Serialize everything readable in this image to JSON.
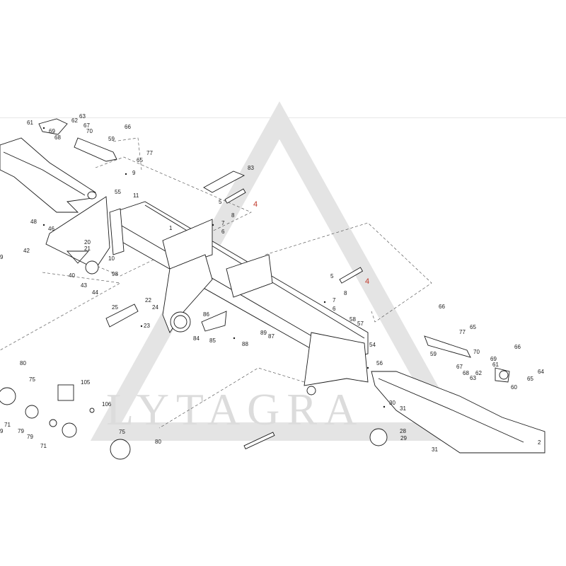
{
  "diagram": {
    "watermark": {
      "text": "LYTAGRA",
      "color": "#dcdcdc"
    },
    "label_color": "#1a1a1a",
    "highlight_color": "#c0392b",
    "callouts": [
      {
        "id": "c-61a",
        "text": "61"
      },
      {
        "id": "c-62a",
        "text": "62"
      },
      {
        "id": "c-63a",
        "text": "63"
      },
      {
        "id": "c-67a",
        "text": "67"
      },
      {
        "id": "c-69a",
        "text": "69"
      },
      {
        "id": "c-70a",
        "text": "70"
      },
      {
        "id": "c-68a",
        "text": "68"
      },
      {
        "id": "c-59a",
        "text": "59"
      },
      {
        "id": "c-66a",
        "text": "66"
      },
      {
        "id": "c-77a",
        "text": "77"
      },
      {
        "id": "c-65a",
        "text": "65"
      },
      {
        "id": "c-9",
        "text": "9"
      },
      {
        "id": "c-83",
        "text": "83"
      },
      {
        "id": "c-55",
        "text": "55"
      },
      {
        "id": "c-11",
        "text": "11"
      },
      {
        "id": "c-5a",
        "text": "5"
      },
      {
        "id": "c-4a",
        "text": "4",
        "highlight": true
      },
      {
        "id": "c-8a",
        "text": "8"
      },
      {
        "id": "c-7a",
        "text": "7"
      },
      {
        "id": "c-6a",
        "text": "6"
      },
      {
        "id": "c-1",
        "text": "1"
      },
      {
        "id": "c-48",
        "text": "48"
      },
      {
        "id": "c-46",
        "text": "46"
      },
      {
        "id": "c-42",
        "text": "42"
      },
      {
        "id": "c-20",
        "text": "20"
      },
      {
        "id": "c-21",
        "text": "21"
      },
      {
        "id": "c-9b",
        "text": "9"
      },
      {
        "id": "c-10",
        "text": "10"
      },
      {
        "id": "c-40",
        "text": "40"
      },
      {
        "id": "c-98",
        "text": "98"
      },
      {
        "id": "c-43",
        "text": "43"
      },
      {
        "id": "c-44",
        "text": "44"
      },
      {
        "id": "c-5b",
        "text": "5"
      },
      {
        "id": "c-4b",
        "text": "4",
        "highlight": true
      },
      {
        "id": "c-8b",
        "text": "8"
      },
      {
        "id": "c-7b",
        "text": "7"
      },
      {
        "id": "c-6b",
        "text": "6"
      },
      {
        "id": "c-22",
        "text": "22"
      },
      {
        "id": "c-25",
        "text": "25"
      },
      {
        "id": "c-24",
        "text": "24"
      },
      {
        "id": "c-23",
        "text": "23"
      },
      {
        "id": "c-86",
        "text": "86"
      },
      {
        "id": "c-84",
        "text": "84"
      },
      {
        "id": "c-85",
        "text": "85"
      },
      {
        "id": "c-89",
        "text": "89"
      },
      {
        "id": "c-87",
        "text": "87"
      },
      {
        "id": "c-88",
        "text": "88"
      },
      {
        "id": "c-58",
        "text": "58"
      },
      {
        "id": "c-57",
        "text": "57"
      },
      {
        "id": "c-54",
        "text": "54"
      },
      {
        "id": "c-56",
        "text": "56"
      },
      {
        "id": "c-66b",
        "text": "66"
      },
      {
        "id": "c-77b",
        "text": "77"
      },
      {
        "id": "c-65b",
        "text": "65"
      },
      {
        "id": "c-59b",
        "text": "59"
      },
      {
        "id": "c-70b",
        "text": "70"
      },
      {
        "id": "c-69b",
        "text": "69"
      },
      {
        "id": "c-61b",
        "text": "61"
      },
      {
        "id": "c-67b",
        "text": "67"
      },
      {
        "id": "c-68b",
        "text": "68"
      },
      {
        "id": "c-62b",
        "text": "62"
      },
      {
        "id": "c-63b",
        "text": "63"
      },
      {
        "id": "c-60",
        "text": "60"
      },
      {
        "id": "c-66c",
        "text": "66"
      },
      {
        "id": "c-64",
        "text": "64"
      },
      {
        "id": "c-65c",
        "text": "65"
      },
      {
        "id": "c-80a",
        "text": "80"
      },
      {
        "id": "c-75a",
        "text": "75"
      },
      {
        "id": "c-105",
        "text": "105"
      },
      {
        "id": "c-106",
        "text": "106"
      },
      {
        "id": "c-71a",
        "text": "71"
      },
      {
        "id": "c-79a",
        "text": "79"
      },
      {
        "id": "c-79b",
        "text": "79"
      },
      {
        "id": "c-71b",
        "text": "71"
      },
      {
        "id": "c-75b",
        "text": "75"
      },
      {
        "id": "c-80b",
        "text": "80"
      },
      {
        "id": "c-30",
        "text": "30"
      },
      {
        "id": "c-31a",
        "text": "31"
      },
      {
        "id": "c-28",
        "text": "28"
      },
      {
        "id": "c-29",
        "text": "29"
      },
      {
        "id": "c-31b",
        "text": "31"
      },
      {
        "id": "c-2",
        "text": "2"
      },
      {
        "id": "c-9c",
        "text": "9"
      }
    ]
  }
}
